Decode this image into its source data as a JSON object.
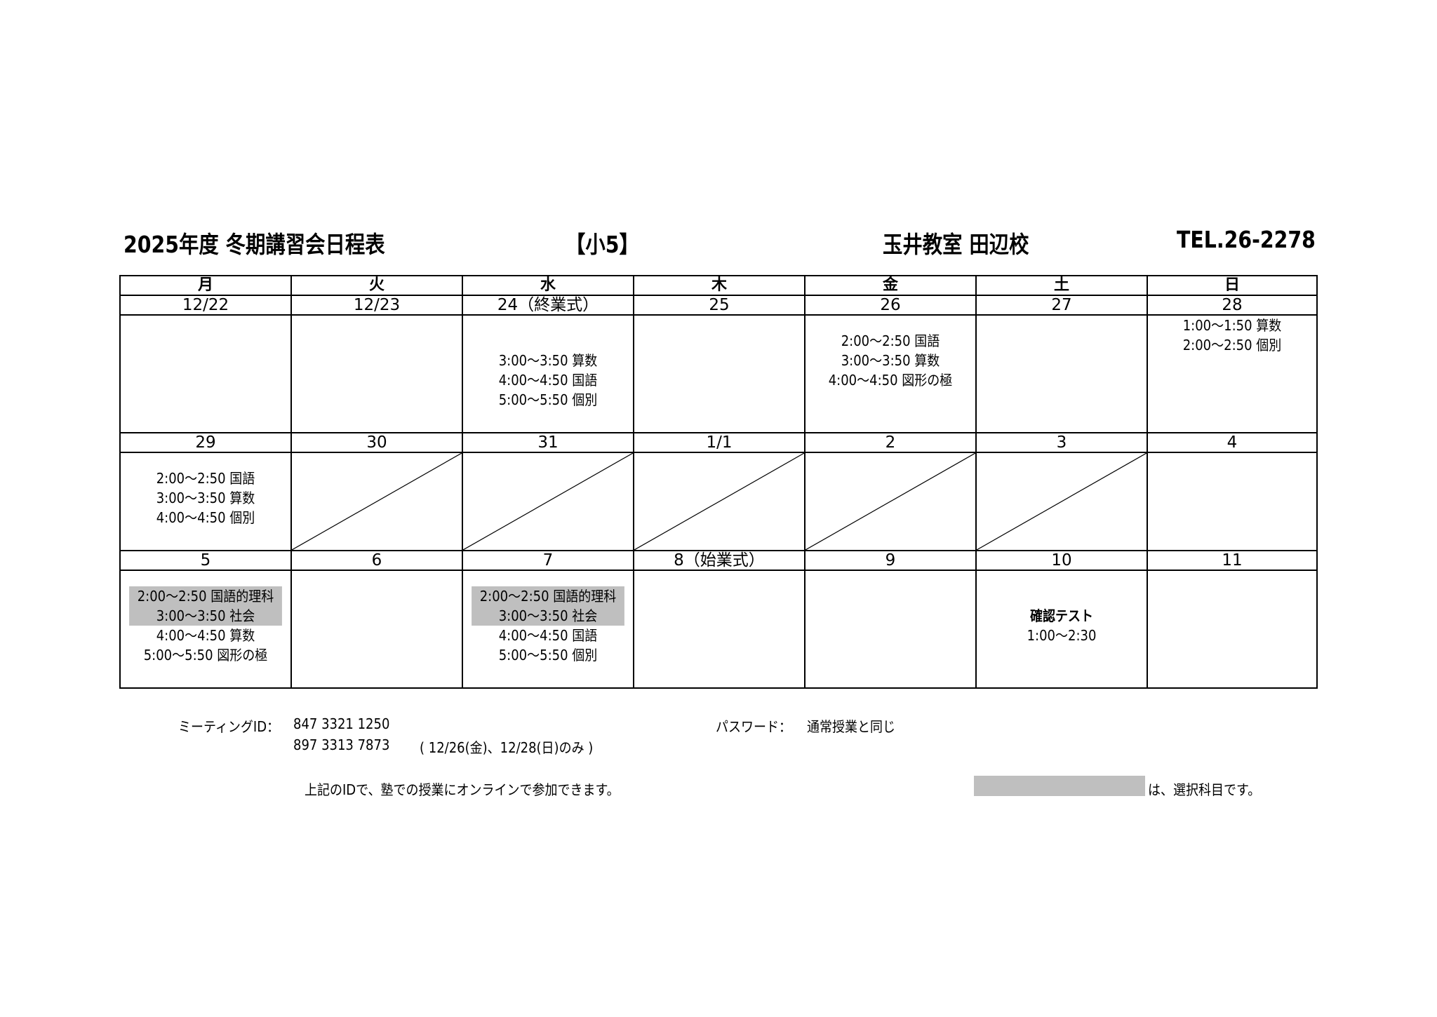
{
  "header": {
    "title": "2025年度 冬期講習会日程表",
    "grade": "【小5】",
    "school": "玉井教室 田辺校",
    "tel": "TEL.26-2278"
  },
  "colors": {
    "highlight": "#bfbfbf",
    "border": "#000000"
  },
  "calendar": {
    "days_of_week": [
      "月",
      "火",
      "水",
      "木",
      "金",
      "土",
      "日"
    ],
    "weeks": [
      {
        "dates": [
          "12/22",
          "12/23",
          "24（終業式）",
          "25",
          "26",
          "27",
          "28"
        ],
        "cells": [
          {
            "lines": []
          },
          {
            "lines": []
          },
          {
            "lines": [
              {
                "text": "3:00～3:50 算数"
              },
              {
                "text": "4:00～4:50 国語"
              },
              {
                "text": "5:00～5:50 個別"
              }
            ]
          },
          {
            "lines": []
          },
          {
            "lines": [
              {
                "text": "2:00～2:50 国語"
              },
              {
                "text": "3:00～3:50 算数"
              },
              {
                "text": "4:00～4:50 図形の極"
              }
            ]
          },
          {
            "lines": []
          },
          {
            "lines": [
              {
                "text": "1:00～1:50 算数"
              },
              {
                "text": "2:00～2:50 個別"
              }
            ]
          }
        ]
      },
      {
        "dates": [
          "29",
          "30",
          "31",
          "1/1",
          "2",
          "3",
          "4"
        ],
        "cells": [
          {
            "lines": [
              {
                "text": "2:00～2:50 国語"
              },
              {
                "text": "3:00～3:50 算数"
              },
              {
                "text": "4:00～4:50 個別"
              }
            ]
          },
          {
            "closed": true
          },
          {
            "closed": true
          },
          {
            "closed": true
          },
          {
            "closed": true
          },
          {
            "closed": true
          },
          {
            "lines": []
          }
        ]
      },
      {
        "dates": [
          "5",
          "6",
          "7",
          "8（始業式）",
          "9",
          "10",
          "11"
        ],
        "cells": [
          {
            "lines": [
              {
                "text": "2:00～2:50 国語的理科",
                "elective": true
              },
              {
                "text": "3:00～3:50 社会",
                "elective": true
              },
              {
                "text": "4:00～4:50 算数"
              },
              {
                "text": "5:00～5:50 図形の極"
              }
            ]
          },
          {
            "lines": []
          },
          {
            "lines": [
              {
                "text": "2:00～2:50 国語的理科",
                "elective": true
              },
              {
                "text": "3:00～3:50 社会",
                "elective": true
              },
              {
                "text": "4:00～4:50 国語"
              },
              {
                "text": "5:00～5:50 個別"
              }
            ]
          },
          {
            "lines": []
          },
          {
            "lines": []
          },
          {
            "lines": [
              {
                "text": "確認テスト",
                "bold": true
              },
              {
                "text": "1:00～2:30"
              }
            ]
          },
          {
            "lines": []
          }
        ]
      }
    ]
  },
  "footer": {
    "meeting_label": "ミーティングID：",
    "meeting_id_1": "847 3321 1250",
    "meeting_id_2": "897 3313 7873",
    "meeting_id_2_note": "( 12/26(金)、12/28(日)のみ )",
    "password_label": "パスワード：",
    "password_value": "通常授業と同じ",
    "online_note": "上記のIDで、塾での授業にオンラインで参加できます。",
    "legend_text": "は、選択科目です。"
  }
}
